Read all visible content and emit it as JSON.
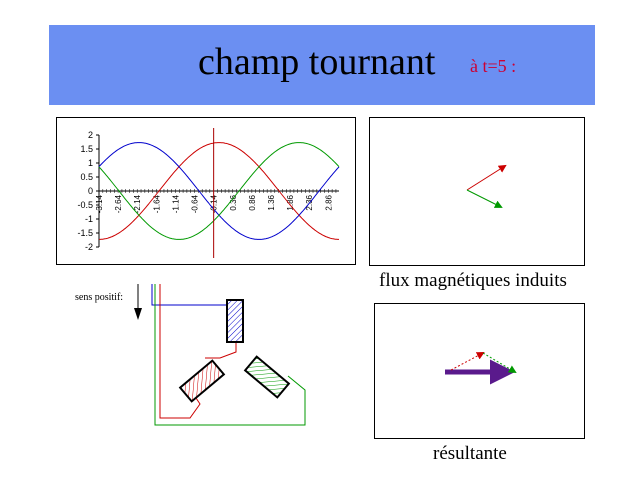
{
  "header": {
    "title": "champ tournant",
    "time_label": "à t=5 :"
  },
  "captions": {
    "flux": "flux magnétiques induits",
    "resultant": "résultante"
  },
  "coil_diagram": {
    "direction_label": "sens positif:"
  },
  "colors": {
    "banner": "#6b8ff2",
    "phase_1": "#cc0000",
    "phase_2": "#0000cc",
    "phase_3": "#009900",
    "resultant": "#5a1a8c",
    "time_marker": "#aa0000"
  },
  "chart_data": {
    "type": "line",
    "x_tick_labels": [
      "-3.14",
      "-2.64",
      "-2.14",
      "-1.64",
      "-1.14",
      "-0.64",
      "-0.14",
      "0.36",
      "0.86",
      "1.36",
      "1.86",
      "2.36",
      "2.86"
    ],
    "y_tick_labels": [
      "2",
      "1.5",
      "1",
      "0.5",
      "0",
      "-0.5",
      "-1",
      "-1.5",
      "-2"
    ],
    "xlim": [
      -3.14,
      3.14
    ],
    "ylim": [
      -2,
      2
    ],
    "amplitude": 1.73,
    "time_marker_x": -0.14,
    "series": [
      {
        "color": "#cc0000",
        "phase_rad": 0
      },
      {
        "color": "#0000cc",
        "phase_rad": 2.094
      },
      {
        "color": "#009900",
        "phase_rad": -2.094
      }
    ],
    "grid": false
  }
}
